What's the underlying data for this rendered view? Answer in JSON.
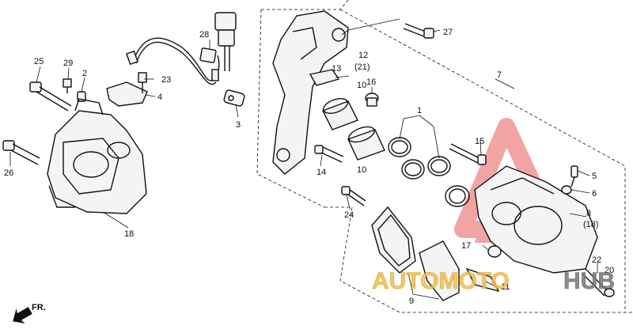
{
  "callouts": {
    "n1": "1",
    "n2": "2",
    "n3": "3",
    "n4": "4",
    "n5": "5",
    "n6": "6",
    "n7": "7",
    "n8": "8",
    "n8b": "(18)",
    "n9": "9",
    "n10a": "10",
    "n10b": "10",
    "n11": "11",
    "n12": "12",
    "n12b": "(21)",
    "n13": "13",
    "n14": "14",
    "n15": "15",
    "n16": "16",
    "n17": "17",
    "n18": "18",
    "n20": "20",
    "n22": "22",
    "n23": "23",
    "n24": "24",
    "n25": "25",
    "n26": "26",
    "n27": "27",
    "n28": "28",
    "n29": "29"
  },
  "direction_label": "FR.",
  "watermark": {
    "part1": "AUTOMOTO",
    "part2": "HUB",
    "color1": "#f2c04a",
    "color2": "#777777",
    "triangle_color": "#e85a5a"
  }
}
